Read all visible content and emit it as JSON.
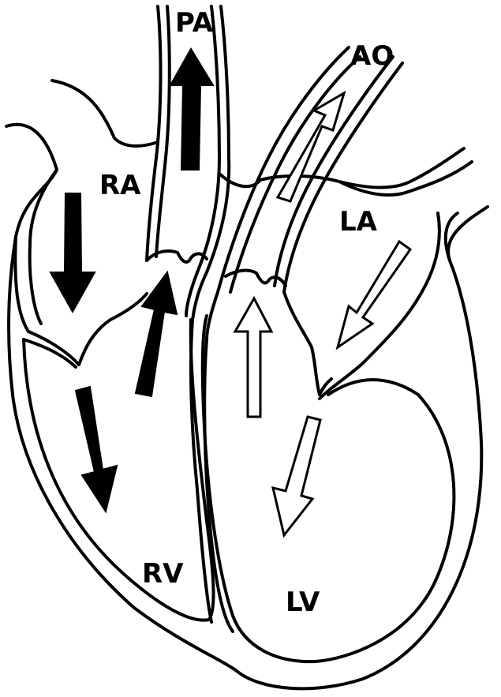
{
  "diagram": {
    "labels": {
      "pa": "PA",
      "ao": "AO",
      "ra": "RA",
      "la": "LA",
      "rv": "RV",
      "lv": "LV"
    },
    "colors": {
      "deoxygenated_flow_arrows": "#000000",
      "oxygenated_flow_arrows": "#ffffff",
      "outline": "#000000",
      "background": "#ffffff"
    }
  }
}
